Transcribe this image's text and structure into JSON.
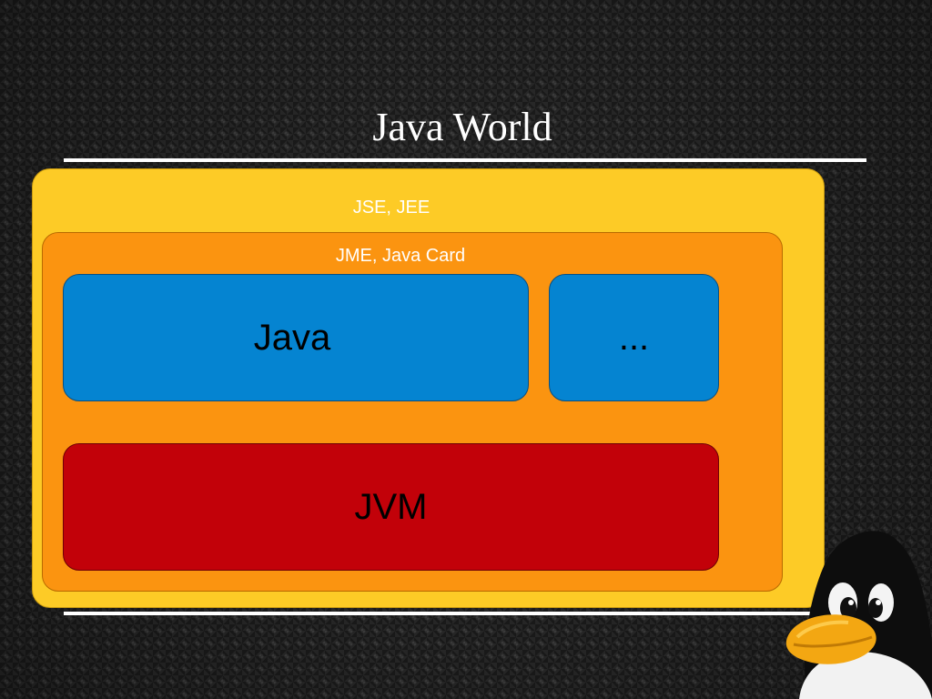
{
  "slide": {
    "title": "Java World"
  },
  "diagram": {
    "outer_box": {
      "label": "JSE, JEE",
      "color": "#fdcb26"
    },
    "middle_box": {
      "label": "JME, Java Card",
      "color": "#fb9410"
    },
    "language_box": {
      "label": "Java",
      "color": "#0584d1"
    },
    "other_languages_box": {
      "label": "...",
      "color": "#0584d1"
    },
    "runtime_box": {
      "label": "JVM",
      "color": "#c20109"
    }
  },
  "decor": {
    "mascot_icon": "penguin-icon"
  }
}
